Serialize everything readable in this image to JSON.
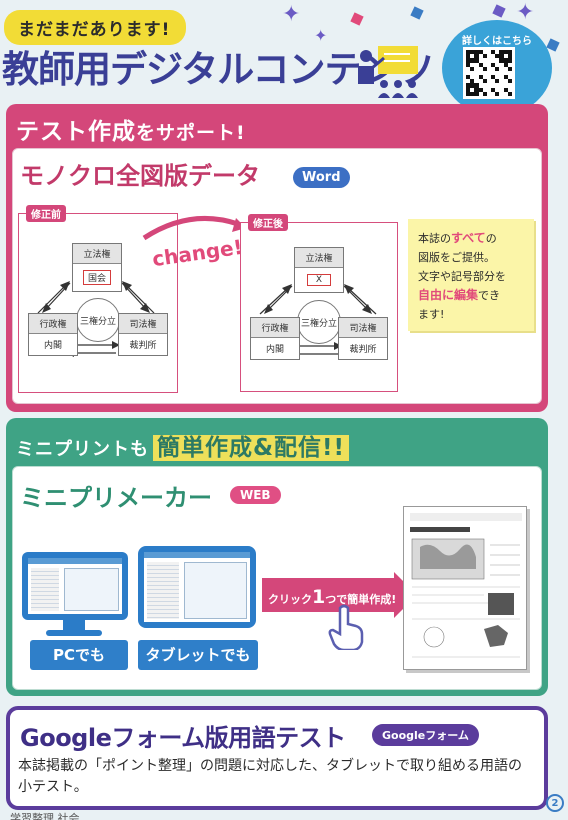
{
  "header": {
    "tagline": "まだまだあります!",
    "title": "教師用デジタルコンテンツ",
    "qr_label": "詳しくはこちら"
  },
  "section1": {
    "title_a": "テスト作成",
    "title_b": "をサポート!",
    "subtitle": "モノクロ全図版データ",
    "badge": "Word",
    "before_tag": "修正前",
    "after_tag": "修正後",
    "change_label": "change!",
    "before": {
      "top_box": "立法権",
      "top_inner": "国会",
      "center": "三権分立",
      "left_top": "行政権",
      "left_bottom": "内閣",
      "right_top": "司法権",
      "right_bottom": "裁判所"
    },
    "after": {
      "top_box": "立法権",
      "top_inner": "X",
      "center": "三権分立",
      "left_top": "行政権",
      "left_bottom": "内閣",
      "right_top": "司法権",
      "right_bottom": "裁判所"
    },
    "note": {
      "line1_a": "本誌の",
      "line1_red": "すべて",
      "line1_b": "の",
      "line2": "図版をご提供。",
      "line3": "文字や記号部分を",
      "line4_red": "自由に編集",
      "line4_b": "でき",
      "line5": "ます!"
    }
  },
  "section2": {
    "title_a": "ミニプリントも",
    "title_b": "簡単作成&配信!!",
    "subtitle": "ミニプリメーカー",
    "badge": "WEB",
    "pc_label": "PCでも",
    "tablet_label": "タブレットでも",
    "click_a": "クリック",
    "click_num": "1",
    "click_b": "つで簡単作成!"
  },
  "section3": {
    "title": "Googleフォーム版用語テスト",
    "badge": "Googleフォーム",
    "desc": "本誌掲載の「ポイント整理」の問題に対応した、タブレットで取り組める用語の小テスト。"
  },
  "footer": {
    "text": "学習整理 社会",
    "page": "2"
  },
  "colors": {
    "section1": "#d4477a",
    "section2": "#3fa385",
    "section3": "#5b3c9c",
    "title": "#3a3f96"
  }
}
